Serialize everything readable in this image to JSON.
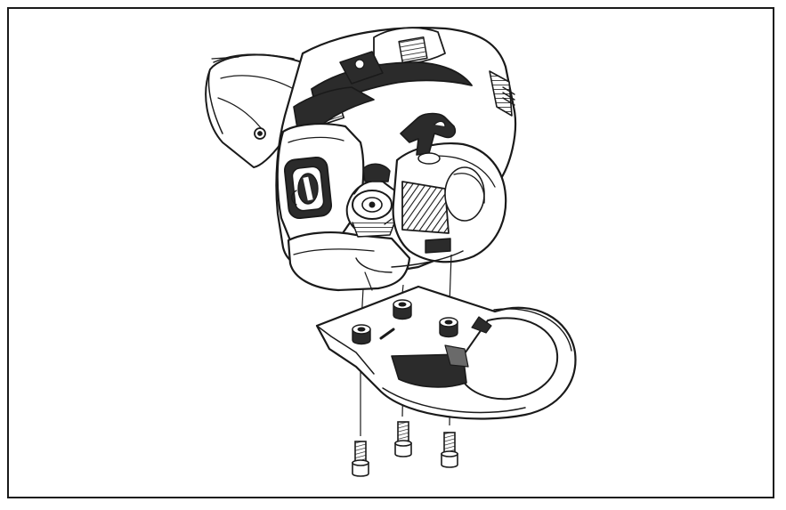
{
  "figure": {
    "kind": "exploded-assembly-illustration",
    "subject": "trimmer-engine-with-guard-handle",
    "parts": [
      "engine-housing",
      "guard-handle",
      "screw",
      "screw",
      "screw"
    ],
    "colors": {
      "ink": "#1a1a1a",
      "fill_dark": "#2b2b2b",
      "fill_mid": "#6a6a6a",
      "paper": "#ffffff"
    }
  }
}
